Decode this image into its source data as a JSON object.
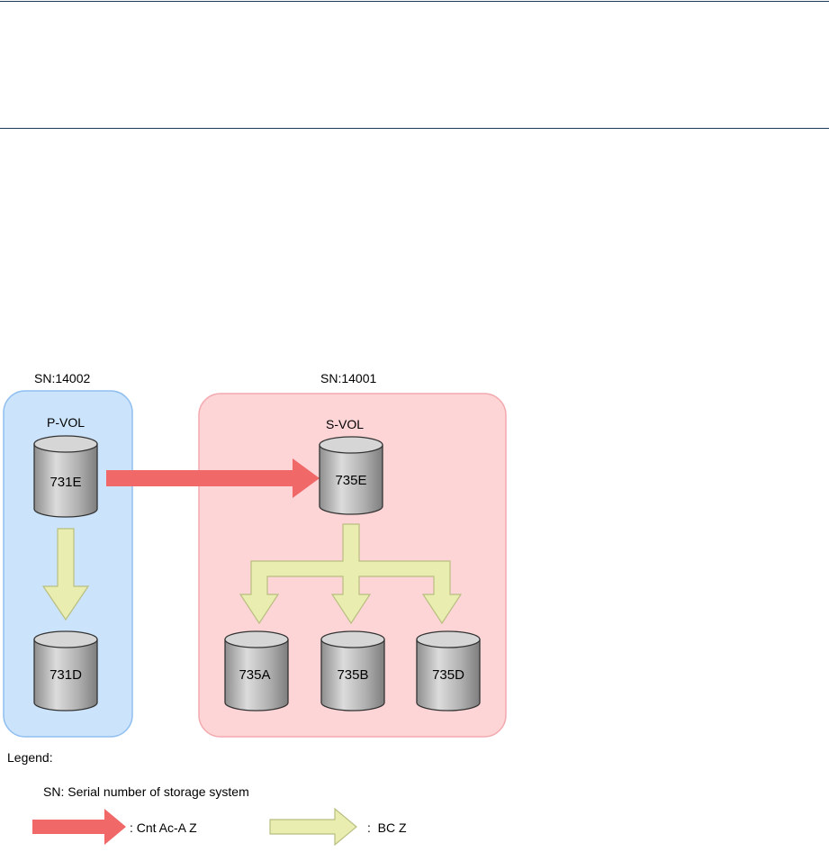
{
  "diagram": {
    "systems": [
      {
        "id": "left",
        "sn_label": "SN:14002",
        "role_label": "P-VOL",
        "fill": "#cce4fb",
        "stroke": "#8fbef0"
      },
      {
        "id": "right",
        "sn_label": "SN:14001",
        "role_label": "S-VOL",
        "fill": "#fdd5d7",
        "stroke": "#f3a9ad"
      }
    ],
    "volumes": {
      "v731E": "731E",
      "v731D": "731D",
      "v735E": "735E",
      "v735A": "735A",
      "v735B": "735B",
      "v735D": "735D"
    },
    "colors": {
      "cnt_arrow": "#f06868",
      "bc_arrow_fill": "#e9eeb0",
      "bc_arrow_stroke": "#b8be80",
      "cylinder_fill": "#b5b5b5",
      "cylinder_top": "#d4d4d4"
    }
  },
  "legend": {
    "title": "Legend:",
    "sn_text": "SN: Serial number of storage system",
    "cnt_text": ": Cnt Ac-A Z",
    "bc_text": ":  BC Z"
  }
}
